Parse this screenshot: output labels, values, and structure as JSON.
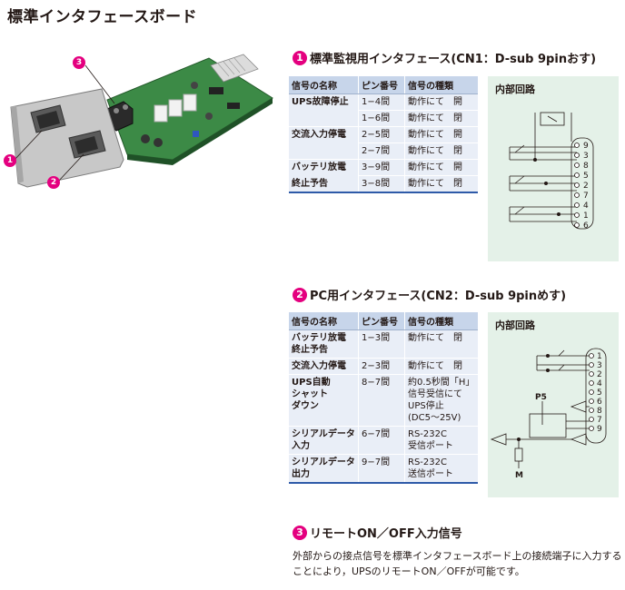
{
  "page_title": "標準インタフェースボード",
  "callouts": [
    "1",
    "2",
    "3"
  ],
  "section1": {
    "badge": "1",
    "heading": "標準監視用インタフェース(CN1：D-sub 9pinおす)",
    "columns": [
      "信号の名称",
      "ピン番号",
      "信号の種類"
    ],
    "rows": [
      {
        "name": "UPS故障停止",
        "pin": "1−4間",
        "type": "動作にて　開"
      },
      {
        "name": "",
        "pin": "1−6間",
        "type": "動作にて　閉"
      },
      {
        "name": "交流入力停電",
        "pin": "2−5間",
        "type": "動作にて　開"
      },
      {
        "name": "",
        "pin": "2−7間",
        "type": "動作にて　閉"
      },
      {
        "name": "バッテリ放電",
        "pin": "3−9間",
        "type": "動作にて　開"
      },
      {
        "name": "終止予告",
        "pin": "3−8間",
        "type": "動作にて　閉"
      }
    ],
    "circuit_label": "内部回路",
    "pins": [
      "9",
      "3",
      "8",
      "5",
      "2",
      "7",
      "4",
      "1",
      "6"
    ]
  },
  "section2": {
    "badge": "2",
    "heading": "PC用インタフェース(CN2：D-sub 9pinめす)",
    "columns": [
      "信号の名称",
      "ピン番号",
      "信号の種類"
    ],
    "rows": [
      {
        "name": "バッテリ放電\n終止予告",
        "pin": "1−3間",
        "type": "動作にて　閉"
      },
      {
        "name": "交流入力停電",
        "pin": "2−3間",
        "type": "動作にて　閉"
      },
      {
        "name": "UPS自動\nシャット\nダウン",
        "pin": "8−7間",
        "type": "約0.5秒間「H」\n信号受信にて\nUPS停止\n(DC5〜25V)"
      },
      {
        "name": "シリアルデータ\n入力",
        "pin": "6−7間",
        "type": "RS-232C\n受信ポート"
      },
      {
        "name": "シリアルデータ\n出力",
        "pin": "9−7間",
        "type": "RS-232C\n送信ポート"
      }
    ],
    "circuit_label": "内部回路",
    "pins": [
      "1",
      "3",
      "2",
      "4",
      "5",
      "6",
      "8",
      "7",
      "9"
    ],
    "p5_label": "P5",
    "m_label": "M"
  },
  "section3": {
    "badge": "3",
    "heading": "リモートON／OFF入力信号",
    "description": "外部からの接点信号を標準インタフェースボード上の接続端子に入力することにより，UPSのリモートON／OFFが可能です。"
  },
  "colors": {
    "accent": "#e4007f",
    "table_header": "#c7d5ea",
    "table_cell": "#e9eef7",
    "circuit_bg": "#e4f1e8",
    "table_rule": "#2e5aa8"
  }
}
